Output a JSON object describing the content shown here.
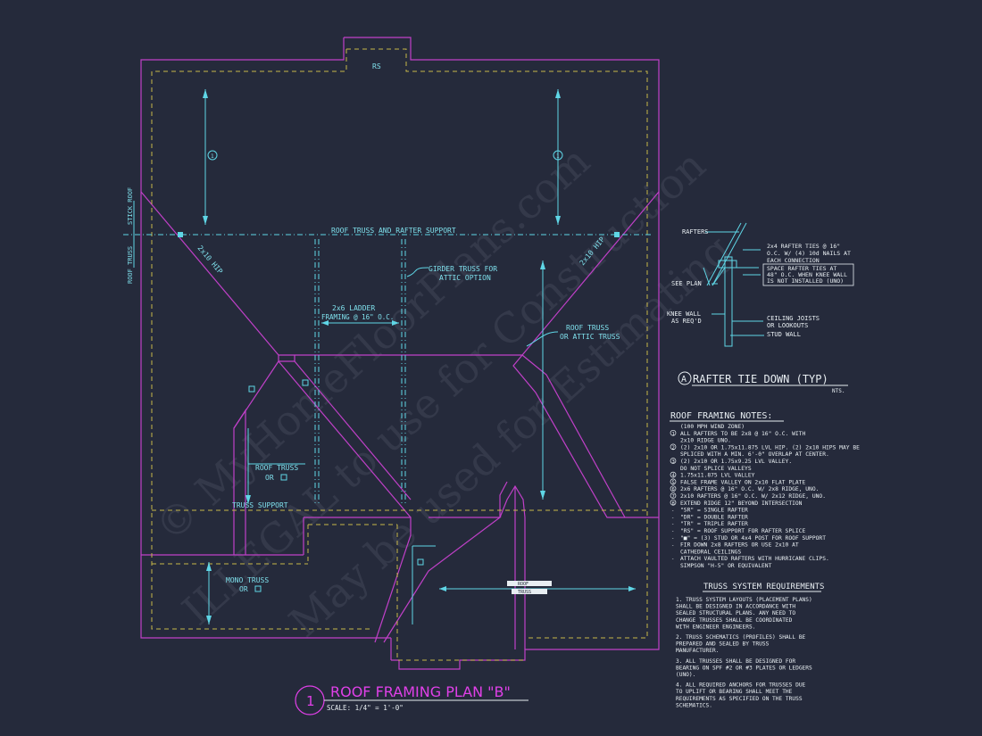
{
  "plan": {
    "title": "ROOF FRAMING PLAN \"B\"",
    "number": "1",
    "scale": "SCALE: 1/4\" = 1'-0\"",
    "labels": {
      "rs": "RS",
      "stick_roof": "STICK ROOF",
      "roof_truss_side": "ROOF TRUSS",
      "roof_truss_rafter_support": "ROOF TRUSS AND RAFTER SUPPORT",
      "hip_left": "2x10 HIP",
      "hip_right": "2x10 HIP",
      "girder_1": "GIRDER TRUSS FOR",
      "girder_2": "ATTIC OPTION",
      "ladder_1": "2x6 LADDER",
      "ladder_2": "FRAMING @ 16\" O.C.",
      "roof_or_attic_1": "ROOF TRUSS",
      "roof_or_attic_2": "OR ATTIC TRUSS",
      "roof_truss_or_1": "ROOF TRUSS",
      "roof_truss_or_2": "OR",
      "truss_support": "TRUSS SUPPORT",
      "mono_1": "MONO TRUSS",
      "mono_2": "OR",
      "note_1": "1",
      "roof_tag": "ROOF",
      "truss_tag": "TRUSS"
    }
  },
  "detail": {
    "rafters": "RAFTERS",
    "see_plan": "SEE PLAN",
    "knee_wall_1": "KNEE WALL",
    "knee_wall_2": "AS REQ'D",
    "ties_1": "2x4 RAFTER TIES @ 16\"",
    "ties_2": "O.C. W/ (4) 10d NAILS AT",
    "ties_3": "EACH CONNECTION",
    "space_1": "SPACE RAFTER TIES AT",
    "space_2": "48\" O.C. WHEN KNEE WALL",
    "space_3": "IS NOT INSTALLED (UNO)",
    "ceiling_1": "CEILING JOISTS",
    "ceiling_2": "OR LOOKOUTS",
    "stud_wall": "STUD WALL",
    "letter": "A",
    "title": "RAFTER TIE DOWN (TYP)",
    "nts": "NTS."
  },
  "notes": {
    "heading": "ROOF FRAMING NOTES:",
    "lines": [
      "(100 MPH WIND ZONE)",
      "ALL RAFTERS TO BE 2x8 @ 16\" O.C. WITH",
      "2x10 RIDGE UNO.",
      "(2) 2x10 OR 1.75x11.875 LVL HIP. (2) 2x10 HIPS MAY BE",
      "SPLICED WITH A MIN. 6'-0\" OVERLAP AT CENTER.",
      "(2) 2x10 OR 1.75x9.25 LVL VALLEY.",
      "DO NOT SPLICE VALLEYS",
      "1.75x11.875 LVL VALLEY",
      "FALSE FRAME VALLEY ON 2x10 FLAT PLATE",
      "2x6 RAFTERS @ 16\" O.C. W/ 2x8 RIDGE, UNO.",
      "2x10 RAFTERS @ 16\" O.C. W/ 2x12 RIDGE, UNO.",
      "EXTEND RIDGE 12\" BEYOND INTERSECTION",
      "\"SR\" = SINGLE RAFTER",
      "\"DR\" = DOUBLE RAFTER",
      "\"TR\" = TRIPLE RAFTER",
      "\"RS\" = ROOF SUPPORT FOR RAFTER SPLICE",
      "\"■\" = (3) STUD OR 4x4 POST FOR ROOF SUPPORT",
      "FIR DOWN 2x8 RAFTERS OR USE 2x10 AT",
      "CATHEDRAL CEILINGS",
      "ATTACH VAULTED RAFTERS WITH HURRICANE CLIPS.",
      "SIMPSON \"H-5\" OR EQUIVALENT"
    ],
    "markers": [
      "",
      "1",
      "",
      "2",
      "",
      "3",
      "",
      "4",
      "5",
      "6",
      "7",
      "8",
      "-",
      "-",
      "-",
      "-",
      "-",
      "-",
      "",
      "-",
      ""
    ]
  },
  "truss": {
    "heading": "TRUSS SYSTEM REQUIREMENTS",
    "items": [
      [
        "1. TRUSS SYSTEM LAYOUTS (PLACEMENT PLANS)",
        "SHALL BE DESIGNED IN ACCORDANCE WITH",
        "SEALED STRUCTURAL PLANS. ANY NEED TO",
        "CHANGE TRUSSES SHALL BE COORDINATED",
        "WITH ENGINEER ENGINEERS."
      ],
      [
        "2. TRUSS SCHEMATICS (PROFILES) SHALL BE",
        "PREPARED AND SEALED BY TRUSS",
        "MANUFACTURER."
      ],
      [
        "3. ALL TRUSSES SHALL BE DESIGNED FOR",
        "BEARING ON SPF #2 OR #3 PLATES OR LEDGERS",
        "(UNO)."
      ],
      [
        "4. ALL REQUIRED ANCHORS FOR TRUSSES DUE",
        "TO UPLIFT OR BEARING SHALL MEET THE",
        "REQUIREMENTS AS SPECIFIED ON THE TRUSS",
        "SCHEMATICS."
      ]
    ]
  },
  "watermark": {
    "line1": "© MyHomeFloorPlans.com",
    "line2": "ILLEGAL to use for Construction",
    "line3": "May be used for Estimating"
  },
  "colors": {
    "background": "#252a3b",
    "wall": "#c040c8",
    "bearing": "#c8b848",
    "annotation": "#5fd6e6",
    "title": "#e040e8"
  }
}
